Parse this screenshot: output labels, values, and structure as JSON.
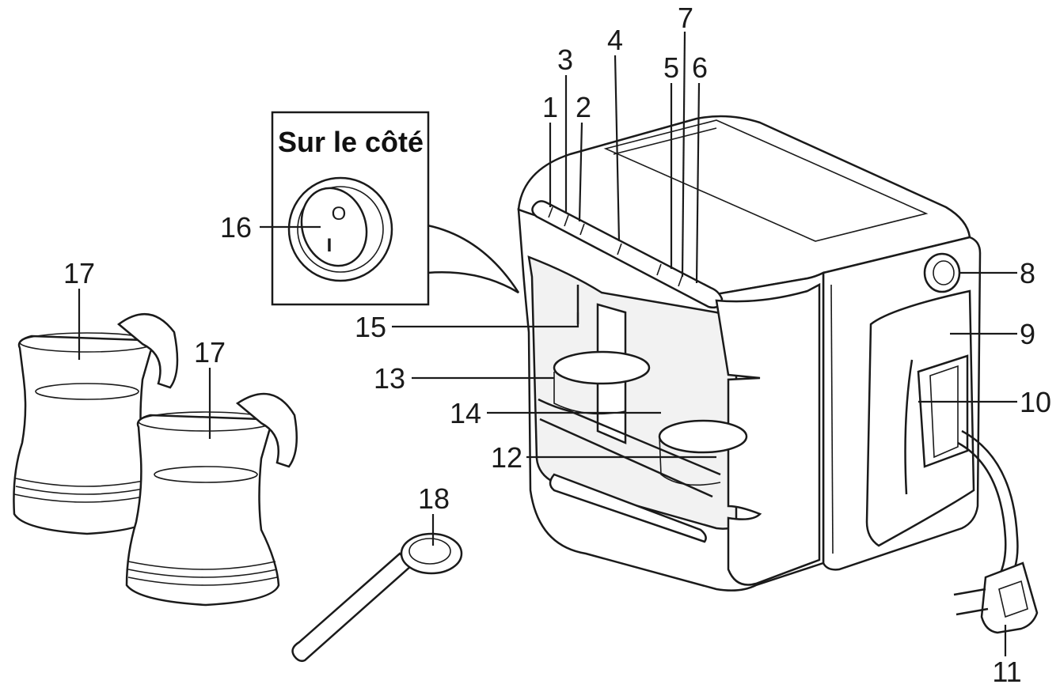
{
  "inset": {
    "title": "Sur le côté",
    "switch_symbols": {
      "off": "O",
      "on": "I"
    }
  },
  "labels": {
    "l1": "1",
    "l2": "2",
    "l3": "3",
    "l4": "4",
    "l5": "5",
    "l6": "6",
    "l7": "7",
    "l8": "8",
    "l9": "9",
    "l10": "10",
    "l11": "11",
    "l12": "12",
    "l13": "13",
    "l14": "14",
    "l15": "15",
    "l16": "16",
    "l17a": "17",
    "l17b": "17",
    "l18": "18"
  }
}
